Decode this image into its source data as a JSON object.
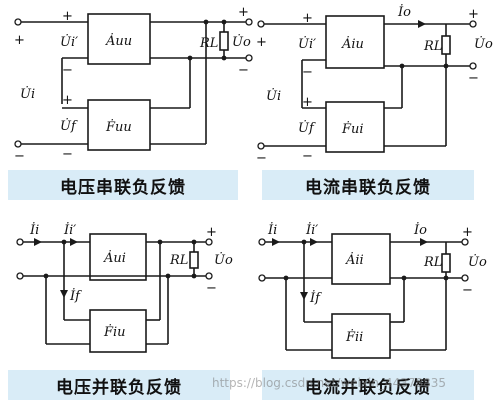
{
  "colors": {
    "caption_bg": "#d9ecf7",
    "line": "#1a1a1a",
    "watermark": "#888888"
  },
  "panels": [
    {
      "caption": "电压串联负反馈",
      "amp_label": "Ȧuu",
      "fb_label": "Ḟuu",
      "in_label": "U̇i",
      "in_prime_label": "U̇i′",
      "fb_signal_label": "U̇f",
      "out_label": "U̇o",
      "load_label": "RL"
    },
    {
      "caption": "电流串联负反馈",
      "amp_label": "Ȧiu",
      "fb_label": "Ḟui",
      "in_label": "U̇i",
      "in_prime_label": "U̇i′",
      "fb_signal_label": "U̇f",
      "out_label": "U̇o",
      "out_current_label": "İo",
      "load_label": "RL"
    },
    {
      "caption": "电压并联负反馈",
      "amp_label": "Ȧui",
      "fb_label": "Ḟiu",
      "in_current_label": "İi",
      "in_prime_label": "İi′",
      "fb_signal_label": "İf",
      "out_label": "U̇o",
      "load_label": "RL"
    },
    {
      "caption": "电流并联负反馈",
      "amp_label": "Ȧii",
      "fb_label": "Ḟii",
      "in_current_label": "İi",
      "in_prime_label": "İi′",
      "fb_signal_label": "İf",
      "out_label": "U̇o",
      "out_current_label": "İo",
      "load_label": "RL"
    }
  ],
  "watermark": "https://blog.csdn.net/weixin_44378835"
}
